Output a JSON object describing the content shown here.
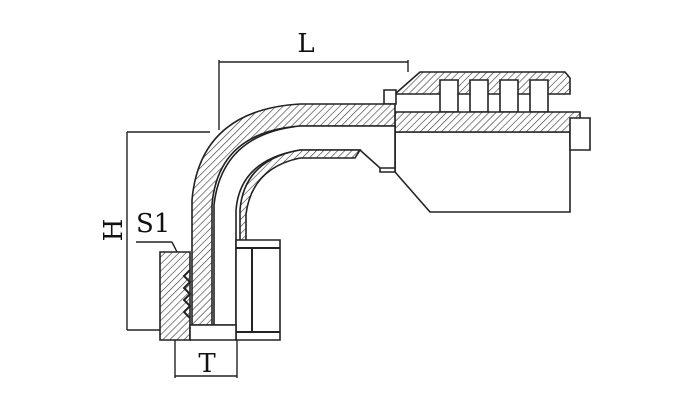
{
  "labels": {
    "length": "L",
    "height": "H",
    "hex": "S1",
    "thread": "T"
  }
}
